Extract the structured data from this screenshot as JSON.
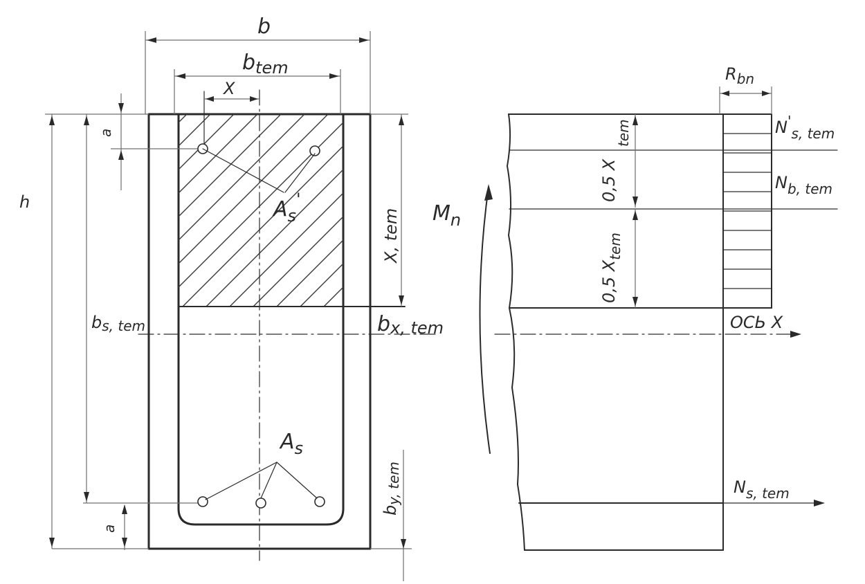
{
  "left_section": {
    "dim_b": "b",
    "dim_b_tem": "b",
    "dim_b_tem_sub": "tem",
    "dim_x": "X",
    "dim_x_tem": "X, tem",
    "label_as_prime": "A",
    "label_as_prime_sub": "s",
    "label_as_prime_mark": "'",
    "label_as": "A",
    "label_as_sub": "s",
    "label_bx_tem": "b",
    "label_bx_tem_sub": "x, tem",
    "label_by_tem": "b",
    "label_by_tem_sub": "y, tem",
    "label_bs_tem": "b",
    "label_bs_tem_sub": "s, tem",
    "label_h": "h",
    "label_a_top": "a",
    "label_a_bottom": "a"
  },
  "moment": {
    "label": "M",
    "label_sub": "n"
  },
  "right_section": {
    "label_r_bn": "R",
    "label_r_bn_sub": "bn",
    "label_ns_prime_tem": "N",
    "label_ns_prime_tem_sub": "s, tem",
    "label_ns_prime_mark": "'",
    "label_nb_tem": "N",
    "label_nb_tem_sub": "b, tem",
    "label_half_x_top": "0,5 X",
    "label_half_x_top_sub": "tem",
    "label_half_x_bottom": "0,5 X",
    "label_half_x_bottom_sub": "tem",
    "label_axis_x": "ОСЬ X",
    "label_ns_tem": "N",
    "label_ns_tem_sub": "s, tem"
  }
}
